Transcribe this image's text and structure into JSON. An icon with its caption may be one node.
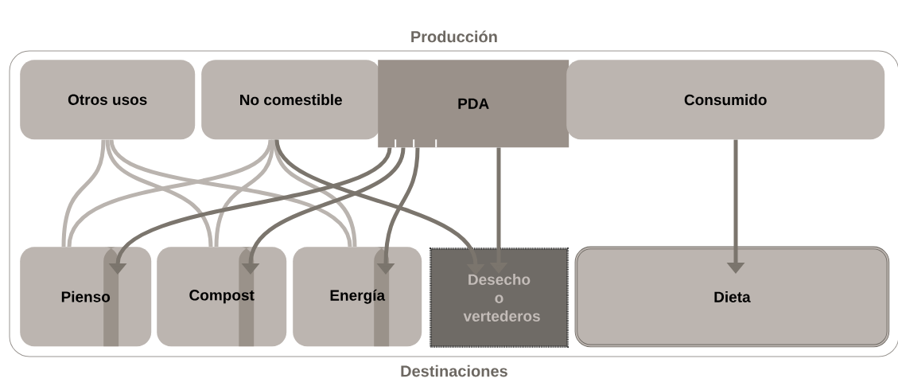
{
  "diagram": {
    "nodes": [
      {
        "text": [
          "Producción",
          "Destinaciones"
        ]
      },
      {
        "text": [
          "Otros usos"
        ],
        "in": 0
      },
      {
        "text": [
          "No comestible"
        ],
        "in": 0
      },
      {
        "text": [
          "PDA"
        ],
        "in": 0
      },
      {
        "text": [
          "Consumido"
        ],
        "in": 0
      },
      {
        "text": [
          "Pienso"
        ],
        "in": 0
      },
      {
        "text": [
          "Compost"
        ],
        "in": 0
      },
      {
        "text": [
          "Energía"
        ],
        "in": 0
      },
      {
        "text": [
          "Desecho o vertederos"
        ],
        "in": 0
      },
      {
        "text": [
          "Dieta"
        ],
        "in": 0
      }
    ],
    "edges": [
      {
        "from": 1,
        "to": 5,
        "arrow": "none",
        "color": "#bab4af"
      },
      {
        "from": 1,
        "to": 6,
        "arrow": "none",
        "color": "#bab4af"
      },
      {
        "from": 1,
        "to": 7,
        "arrow": "none",
        "color": "#bab4af"
      },
      {
        "from": 2,
        "to": 5,
        "arrow": "none",
        "color": "#bab4af"
      },
      {
        "from": 2,
        "to": 6,
        "arrow": "none",
        "color": "#bab4af"
      },
      {
        "from": 2,
        "to": 7,
        "arrow": "none",
        "color": "#bab4af"
      },
      {
        "from": 2,
        "to": 8,
        "arrow": "to"
      },
      {
        "from": 3,
        "to": 5,
        "arrow": "to"
      },
      {
        "from": 3,
        "to": 6,
        "arrow": "to"
      },
      {
        "from": 3,
        "to": 7,
        "arrow": "to"
      },
      {
        "from": 3,
        "to": 8,
        "arrow": "to"
      },
      {
        "from": 4,
        "to": 9,
        "arrow": "to"
      }
    ]
  }
}
